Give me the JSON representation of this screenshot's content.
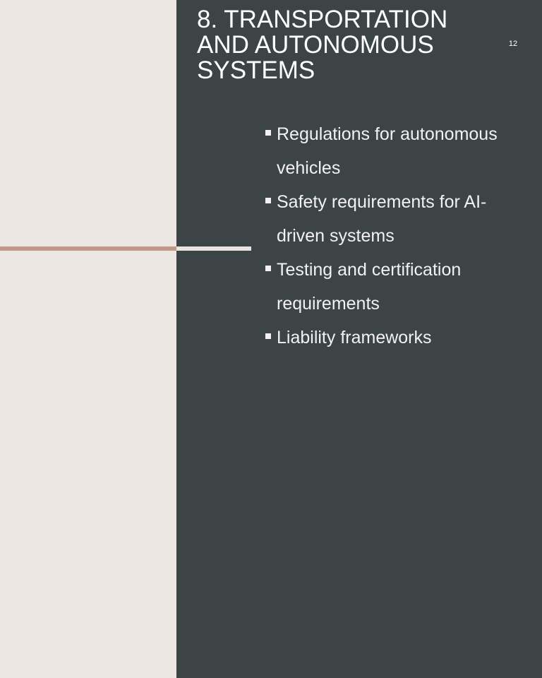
{
  "slide": {
    "title": "8. Transportation and Autonomous Systems",
    "page_number": "12",
    "bullets": [
      "Regulations for autonomous vehicles",
      "Safety requirements for AI-driven systems",
      "Testing and certification requirements",
      "Liability frameworks"
    ]
  },
  "colors": {
    "left_background": "#EDE7E3",
    "right_background": "#3C4446",
    "accent_rule": "#C09A87",
    "light_rule": "#E8E4E0",
    "text": "#FFFFFF",
    "bullet_text": "#F2F2F2"
  },
  "icons": {
    "bullet": "square-bullet-icon"
  }
}
